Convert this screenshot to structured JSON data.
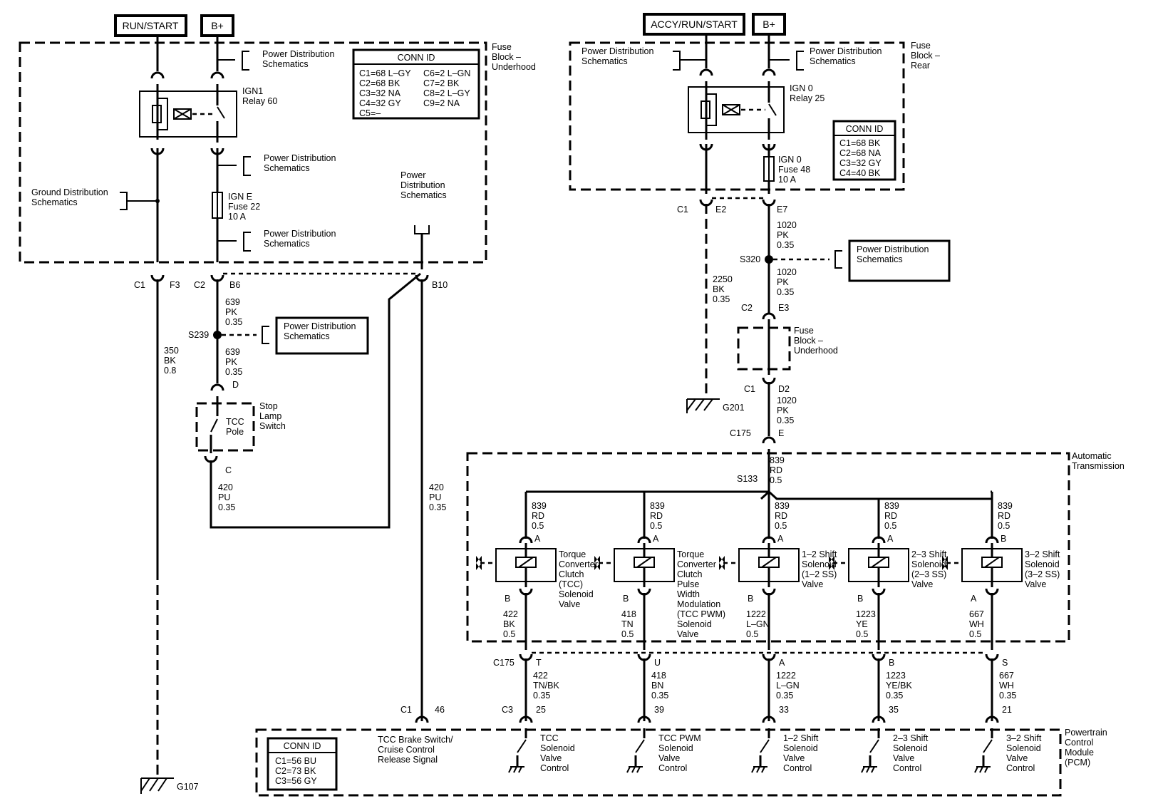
{
  "power_tags": {
    "run_start": "RUN/START",
    "b_plus_left": "B+",
    "accy_run_start": "ACCY/RUN/START",
    "b_plus_right": "B+"
  },
  "fuse_block_underhood": {
    "label": [
      "Fuse",
      "Block –",
      "Underhood"
    ],
    "relay": [
      "IGN1",
      "Relay 60"
    ],
    "fuse": [
      "IGN E",
      "Fuse 22",
      "10 A"
    ],
    "pds_top": [
      "Power Distribution",
      "Schematics"
    ],
    "pds_mid": [
      "Power Distribution",
      "Schematics"
    ],
    "pds_low": [
      "Power Distribution",
      "Schematics"
    ],
    "ground_dist": [
      "Ground Distribution",
      "Schematics"
    ],
    "conn_id_title": "CONN ID",
    "conn_id_rows": [
      [
        "C1=68 L–GY",
        "C6=2 L–GN"
      ],
      [
        "C2=68 BK",
        "C7=2 BK"
      ],
      [
        "C3=32 NA",
        "C8=2 L–GY"
      ],
      [
        "C4=32 GY",
        "C9=2 NA"
      ],
      [
        "C5=–",
        ""
      ]
    ]
  },
  "left_circuit": {
    "c1": "C1",
    "f3": "F3",
    "c2": "C2",
    "b6": "B6",
    "b10": "B10",
    "wire_350": [
      "350",
      "BK",
      "0.8"
    ],
    "wire_639_a": [
      "639",
      "PK",
      "0.35"
    ],
    "wire_639_b": [
      "639",
      "PK",
      "0.35"
    ],
    "s239": "S239",
    "pds_s239": [
      "Power Distribution",
      "Schematics"
    ],
    "pds_b10": [
      "Power",
      "Distribution",
      "Schematics"
    ],
    "pin_d": "D",
    "pin_c": "C",
    "tcc_pole": [
      "TCC",
      "Pole"
    ],
    "stop_lamp": [
      "Stop",
      "Lamp",
      "Switch"
    ],
    "wire_420_a": [
      "420",
      "PU",
      "0.35"
    ],
    "wire_420_b": [
      "420",
      "PU",
      "0.35"
    ],
    "g107": "G107"
  },
  "fuse_block_rear": {
    "label": [
      "Fuse",
      "Block –",
      "Rear"
    ],
    "pds_left": [
      "Power Distribution",
      "Schematics"
    ],
    "pds_right": [
      "Power Distribution",
      "Schematics"
    ],
    "relay": [
      "IGN 0",
      "Relay 25"
    ],
    "fuse": [
      "IGN 0",
      "Fuse 48",
      "10 A"
    ],
    "conn_id_title": "CONN ID",
    "conn_id_rows": [
      "C1=68 BK",
      "C2=68 NA",
      "C3=32 GY",
      "C4=40 BK"
    ]
  },
  "right_circuit": {
    "c1": "C1",
    "e2": "E2",
    "e7": "E7",
    "wire_1020_a": [
      "1020",
      "PK",
      "0.35"
    ],
    "s320": "S320",
    "pds_s320": [
      "Power Distribution",
      "Schematics"
    ],
    "wire_1020_b": [
      "1020",
      "PK",
      "0.35"
    ],
    "wire_2250": [
      "2250",
      "BK",
      "0.35"
    ],
    "c2": "C2",
    "e3": "E3",
    "fb_underhood": [
      "Fuse",
      "Block –",
      "Underhood"
    ],
    "c1_d2": "C1",
    "d2": "D2",
    "wire_1020_c": [
      "1020",
      "PK",
      "0.35"
    ],
    "c175": "C175",
    "e": "E",
    "g201": "G201",
    "wire_839": [
      "839",
      "RD",
      "0.5"
    ],
    "s133": "S133"
  },
  "automatic_transmission": {
    "label": [
      "Automatic",
      "Transmission"
    ],
    "solenoids": [
      {
        "in_wire": [
          "839",
          "RD",
          "0.5"
        ],
        "pin_in": "A",
        "name": [
          "Torque",
          "Converter",
          "Clutch",
          "(TCC)",
          "Solenoid",
          "Valve"
        ],
        "pin_out": "B",
        "out_wire": [
          "422",
          "BK",
          "0.5"
        ]
      },
      {
        "in_wire": [
          "839",
          "RD",
          "0.5"
        ],
        "pin_in": "A",
        "name": [
          "Torque",
          "Converter",
          "Clutch",
          "Pulse",
          "Width",
          "Modulation",
          "(TCC PWM)",
          "Solenoid",
          "Valve"
        ],
        "pin_out": "B",
        "out_wire": [
          "418",
          "TN",
          "0.5"
        ]
      },
      {
        "in_wire": [
          "839",
          "RD",
          "0.5"
        ],
        "pin_in": "A",
        "name": [
          "1–2 Shift",
          "Solenoid",
          "(1–2 SS)",
          "Valve"
        ],
        "pin_out": "B",
        "out_wire": [
          "1222",
          "L–GN",
          "0.5"
        ]
      },
      {
        "in_wire": [
          "839",
          "RD",
          "0.5"
        ],
        "pin_in": "A",
        "name": [
          "2–3 Shift",
          "Solenoid",
          "(2–3 SS)",
          "Valve"
        ],
        "pin_out": "B",
        "out_wire": [
          "1223",
          "YE",
          "0.5"
        ]
      },
      {
        "in_wire": [
          "839",
          "RD",
          "0.5"
        ],
        "pin_in": "B",
        "name": [
          "3–2 Shift",
          "Solenoid",
          "(3–2 SS)",
          "Valve"
        ],
        "pin_out": "A",
        "out_wire": [
          "667",
          "WH",
          "0.5"
        ]
      }
    ]
  },
  "c175_row": {
    "label": "C175",
    "pins": [
      "T",
      "U",
      "A",
      "B",
      "S"
    ],
    "wires": [
      [
        "422",
        "TN/BK",
        "0.35"
      ],
      [
        "418",
        "BN",
        "0.35"
      ],
      [
        "1222",
        "L–GN",
        "0.35"
      ],
      [
        "1223",
        "YE/BK",
        "0.35"
      ],
      [
        "667",
        "WH",
        "0.35"
      ]
    ]
  },
  "pcm": {
    "label": [
      "Powertrain",
      "Control",
      "Module",
      "(PCM)"
    ],
    "c3": "C3",
    "c3_pins": [
      "25",
      "39",
      "33",
      "35",
      "21"
    ],
    "c1": "C1",
    "c1_pin": "46",
    "tcc_brake": [
      "TCC Brake Switch/",
      "Cruise Control",
      "Release Signal"
    ],
    "controls": [
      [
        "TCC",
        "Solenoid",
        "Valve",
        "Control"
      ],
      [
        "TCC PWM",
        "Solenoid",
        "Valve",
        "Control"
      ],
      [
        "1–2 Shift",
        "Solenoid",
        "Valve",
        "Control"
      ],
      [
        "2–3 Shift",
        "Solenoid",
        "Valve",
        "Control"
      ],
      [
        "3–2 Shift",
        "Solenoid",
        "Valve",
        "Control"
      ]
    ],
    "conn_id_title": "CONN ID",
    "conn_id_rows": [
      "C1=56 BU",
      "C2=73 BK",
      "C3=56 GY"
    ]
  }
}
